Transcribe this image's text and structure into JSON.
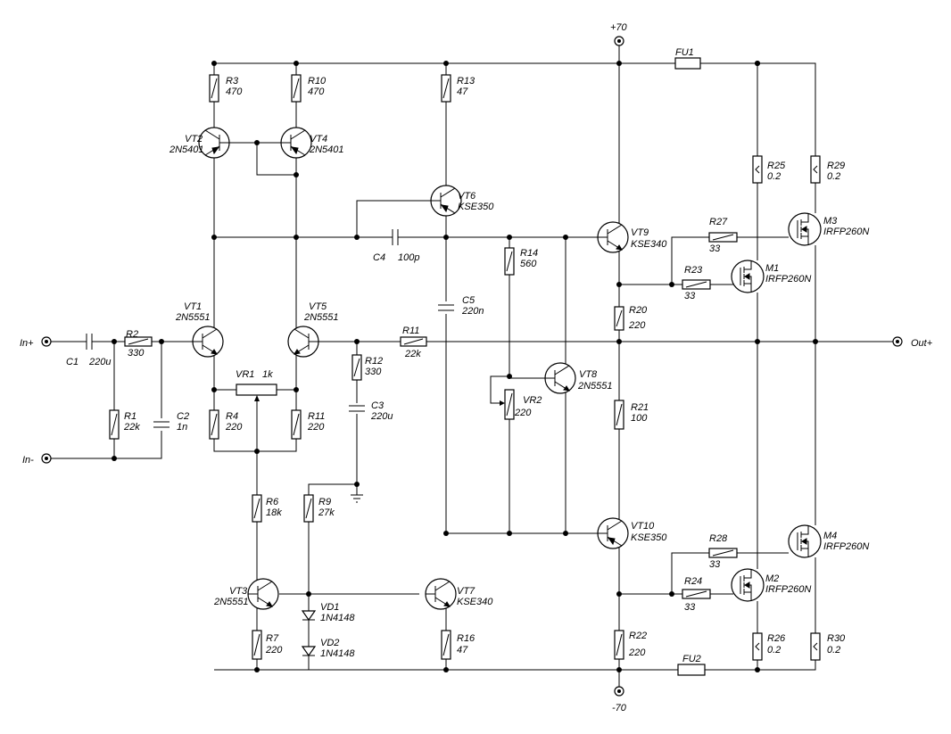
{
  "rails": {
    "pos": "+70",
    "neg": "-70"
  },
  "terminals": {
    "in_plus": "In+",
    "in_minus": "In-",
    "out_plus": "Out+"
  },
  "parts": {
    "C1": {
      "ref": "C1",
      "val": "220u"
    },
    "R2": {
      "ref": "R2",
      "val": "330"
    },
    "R1": {
      "ref": "R1",
      "val": "22k"
    },
    "C2": {
      "ref": "C2",
      "val": "1n"
    },
    "VT1": {
      "ref": "VT1",
      "val": "2N5551"
    },
    "VT5": {
      "ref": "VT5",
      "val": "2N5551"
    },
    "VT2": {
      "ref": "VT2",
      "val": "2N5401"
    },
    "VT4": {
      "ref": "VT4",
      "val": "2N5401"
    },
    "R3": {
      "ref": "R3",
      "val": "470"
    },
    "R10": {
      "ref": "R10",
      "val": "470"
    },
    "R13": {
      "ref": "R13",
      "val": "47"
    },
    "VT6": {
      "ref": "VT6",
      "val": "KSE350"
    },
    "C4": {
      "ref": "C4",
      "val": "100p"
    },
    "C5": {
      "ref": "C5",
      "val": "220n"
    },
    "R14": {
      "ref": "R14",
      "val": "560"
    },
    "VR1": {
      "ref": "VR1",
      "val": "1k"
    },
    "R4": {
      "ref": "R4",
      "val": "220"
    },
    "R11": {
      "ref": "R11",
      "val": "220"
    },
    "R11b": {
      "ref": "R11",
      "val": "22k"
    },
    "R12": {
      "ref": "R12",
      "val": "330"
    },
    "C3": {
      "ref": "C3",
      "val": "220u"
    },
    "VR2": {
      "ref": "VR2",
      "val": "220"
    },
    "VT8": {
      "ref": "VT8",
      "val": "2N5551"
    },
    "R6": {
      "ref": "R6",
      "val": "18k"
    },
    "R9": {
      "ref": "R9",
      "val": "27k"
    },
    "VT3": {
      "ref": "VT3",
      "val": "2N5551"
    },
    "VD1": {
      "ref": "VD1",
      "val": "1N4148"
    },
    "VD2": {
      "ref": "VD2",
      "val": "1N4148"
    },
    "VT7": {
      "ref": "VT7",
      "val": "KSE340"
    },
    "R7": {
      "ref": "R7",
      "val": "220"
    },
    "R16": {
      "ref": "R16",
      "val": "47"
    },
    "VT9": {
      "ref": "VT9",
      "val": "KSE340"
    },
    "VT10": {
      "ref": "VT10",
      "val": "KSE350"
    },
    "R20": {
      "ref": "R20",
      "val": "220"
    },
    "R21": {
      "ref": "R21",
      "val": "100"
    },
    "R22": {
      "ref": "R22",
      "val": "220"
    },
    "R27": {
      "ref": "R27",
      "val": "33"
    },
    "R23": {
      "ref": "R23",
      "val": "33"
    },
    "R28": {
      "ref": "R28",
      "val": "33"
    },
    "R24": {
      "ref": "R24",
      "val": "33"
    },
    "M1": {
      "ref": "M1",
      "val": "IRFP260N"
    },
    "M2": {
      "ref": "M2",
      "val": "IRFP260N"
    },
    "M3": {
      "ref": "M3",
      "val": "IRFP260N"
    },
    "M4": {
      "ref": "M4",
      "val": "IRFP260N"
    },
    "R25": {
      "ref": "R25",
      "val": "0.2"
    },
    "R29": {
      "ref": "R29",
      "val": "0.2"
    },
    "R26": {
      "ref": "R26",
      "val": "0.2"
    },
    "R30": {
      "ref": "R30",
      "val": "0.2"
    },
    "FU1": {
      "ref": "FU1",
      "val": ""
    },
    "FU2": {
      "ref": "FU2",
      "val": ""
    }
  }
}
